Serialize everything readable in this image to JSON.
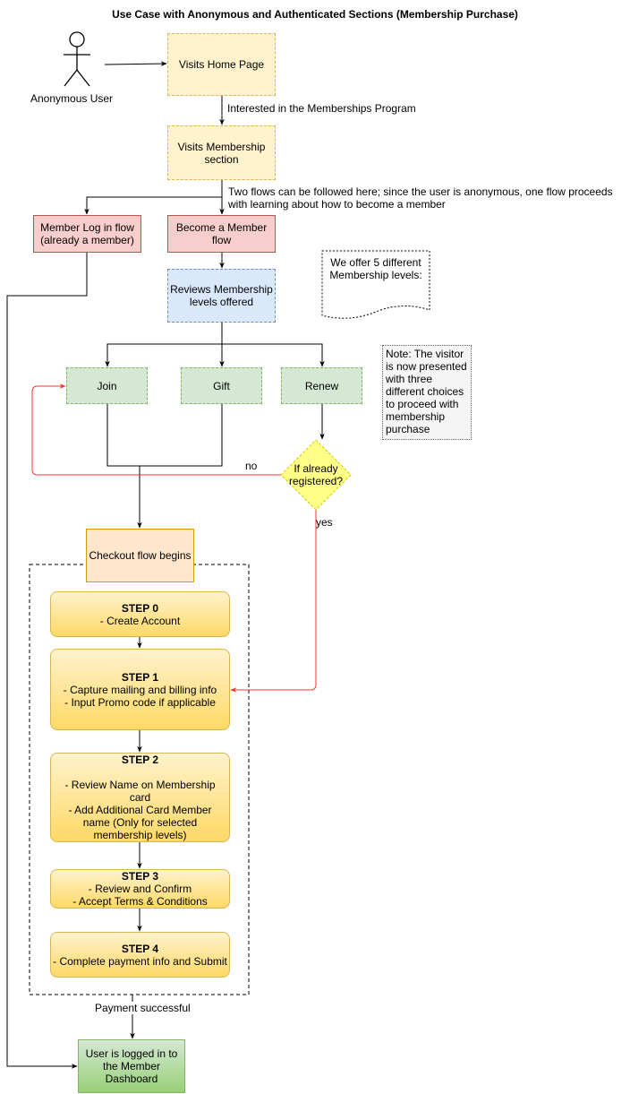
{
  "title": "Use Case with Anonymous and Authenticated Sections (Membership Purchase)",
  "actor": {
    "label": "Anonymous User"
  },
  "nodes": {
    "home": "Visits Home Page",
    "membership_section": "Visits Membership section",
    "member_login": "Member Log in flow (already a member)",
    "become_member": "Become a Member flow",
    "reviews_levels": "Reviews Membership levels offered",
    "join": "Join",
    "gift": "Gift",
    "renew": "Renew",
    "decision": "If already registered?",
    "checkout": "Checkout flow begins",
    "dashboard": "User is logged in to the Member Dashboard"
  },
  "steps": [
    {
      "title": "STEP 0",
      "lines": [
        "- Create Account"
      ]
    },
    {
      "title": "STEP 1",
      "lines": [
        "- Capture mailing and billing info",
        "- Input Promo code if applicable"
      ]
    },
    {
      "title": "STEP 2",
      "lines": [
        "",
        "- Review Name on Membership card",
        "-  Add Additional Card Member name (Only for selected membership levels)"
      ]
    },
    {
      "title": "STEP 3",
      "lines": [
        "- Review and Confirm",
        "- Accept Terms & Conditions"
      ]
    },
    {
      "title": "STEP 4",
      "lines": [
        "- Complete payment info and Submit"
      ]
    }
  ],
  "edge_labels": {
    "interested": "Interested in the Memberships Program",
    "two_flows_1": "Two flows can be followed here; since the user is anonymous, one flow proceeds",
    "two_flows_2": "with learning about how to become a member",
    "no": "no",
    "yes": "yes",
    "payment": "Payment successful"
  },
  "annotations": {
    "levels_doc": "We offer 5 different Membership levels:",
    "visitor_note": "Note: The visitor is now presented with three different choices to proceed with membership purchase"
  },
  "colors": {
    "loop_arrow": "#ff3333",
    "edge": "#000000"
  }
}
